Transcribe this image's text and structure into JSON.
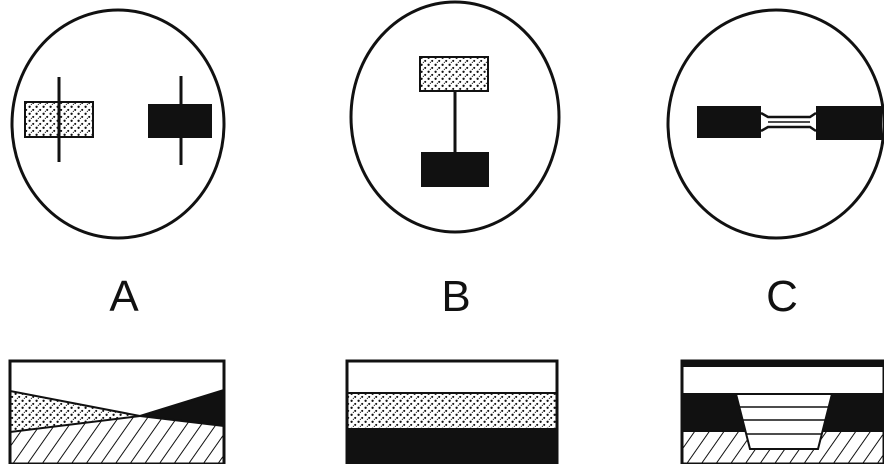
{
  "panels": [
    {
      "id": "a",
      "label": "A"
    },
    {
      "id": "b",
      "label": "B"
    },
    {
      "id": "c",
      "label": "C"
    }
  ],
  "colors": {
    "ink": "#111111",
    "background": "#ffffff"
  }
}
